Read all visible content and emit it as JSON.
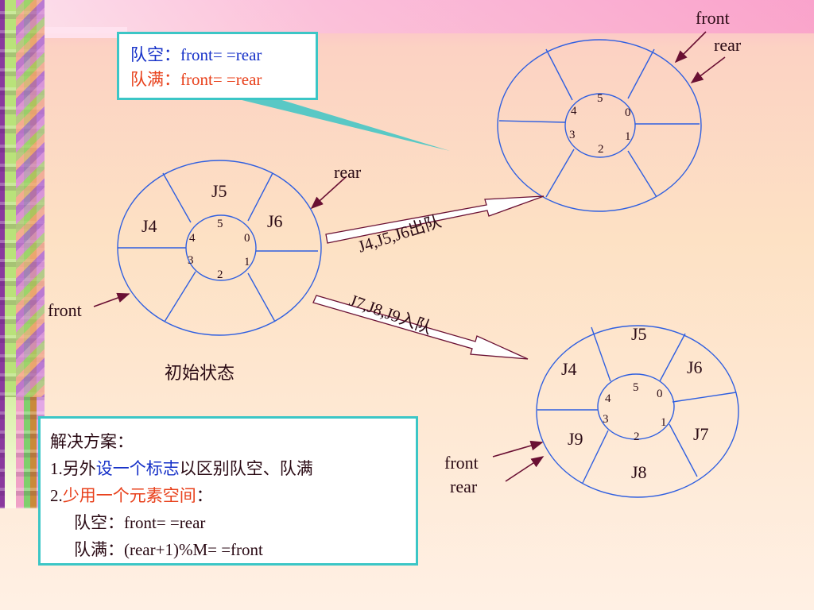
{
  "legend_box": {
    "empty_prefix": "队空：",
    "empty_expr": "front= =rear",
    "full_prefix": "队满：",
    "full_expr": "front= =rear"
  },
  "solution_box": {
    "title": "解决方案：",
    "line1_num": "1.",
    "line1_a": "另外",
    "line1_b": "设一个标志",
    "line1_c": "以区别队空、队满",
    "line2_num": "2.",
    "line2_a": "少用一个元素空间",
    "line2_b": "：",
    "empty_line": "队空：front= =rear",
    "full_line": "队满：(rear+1)%M= =front"
  },
  "queue_initial": {
    "slots": [
      "J5",
      "J6",
      "J4"
    ],
    "indices": [
      "5",
      "4",
      "0",
      "3",
      "1",
      "2"
    ],
    "rear_label": "rear",
    "front_label": "front",
    "caption": "初始状态"
  },
  "queue_empty": {
    "indices": [
      "5",
      "4",
      "0",
      "3",
      "1",
      "2"
    ],
    "front_label": "front",
    "rear_label": "rear"
  },
  "queue_full": {
    "slots": [
      "J5",
      "J4",
      "J6",
      "J7",
      "J9",
      "J8"
    ],
    "indices": [
      "5",
      "4",
      "0",
      "3",
      "1",
      "2"
    ],
    "front_label": "front",
    "rear_label": "rear"
  },
  "arrows": {
    "dequeue_label": "J4,J5,J6出队",
    "enqueue_label": "J7,J8,J9入队"
  },
  "colors": {
    "circle": "#2f5fe0",
    "arrow": "#6a1033",
    "box_border": "#3cc6c6",
    "blue_text": "#1530c8",
    "red_text": "#e8401b"
  }
}
